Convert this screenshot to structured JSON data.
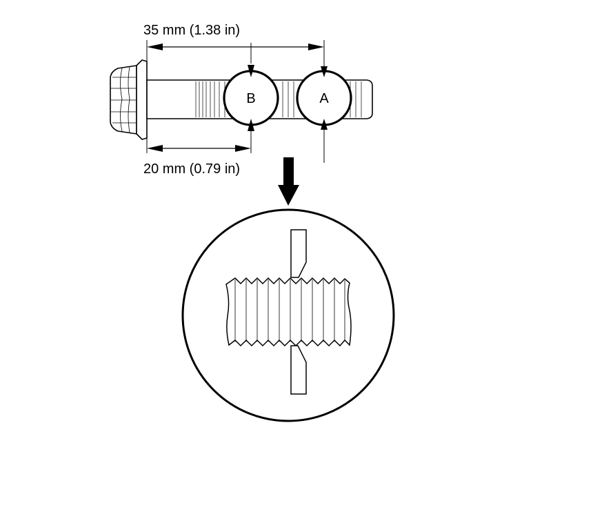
{
  "dimensions": {
    "top": "35 mm (1.38 in)",
    "bottom": "20 mm (0.79 in)"
  },
  "points": {
    "a": "A",
    "b": "B"
  },
  "colors": {
    "line": "#000000",
    "background": "#ffffff"
  }
}
